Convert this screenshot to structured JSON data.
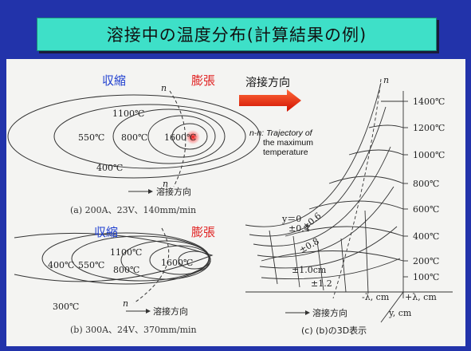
{
  "title": "溶接中の温度分布(計算結果の例)",
  "annotations": {
    "contraction": "収縮",
    "expansion": "膨張",
    "contraction_b": "収縮",
    "expansion_b": "膨張",
    "weld_direction_arrow": "溶接方向",
    "nn_title": "n-n: Trajectory of",
    "nn_line2": "the maximum",
    "nn_line3": "temperature"
  },
  "panel_a": {
    "isotherms": [
      "550℃",
      "1100℃",
      "800℃",
      "1600℃",
      "400℃"
    ],
    "n_label": "n",
    "direction": "溶接方向",
    "caption": "(a)  200A、23V、140mm/min"
  },
  "panel_b": {
    "isotherms": [
      "400℃",
      "550℃",
      "1100℃",
      "800℃",
      "1600℃",
      "300℃"
    ],
    "n_label": "n",
    "direction": "溶接方向",
    "caption": "(b)  300A、24V、370mm/min"
  },
  "panel_c": {
    "temps": [
      "1400℃",
      "1200℃",
      "1000℃",
      "800℃",
      "600℃",
      "400℃",
      "200℃",
      "100℃"
    ],
    "y_labels": [
      "y＝0",
      "±0.4",
      "±0.6",
      "±0.8",
      "±1.0cm",
      "±1.2"
    ],
    "lambda_neg": "-λ, cm",
    "lambda_pos": "+λ, cm",
    "y_axis": "y, cm",
    "n_label": "n",
    "direction": "溶接方向",
    "caption": "(c) (b)の3D表示"
  },
  "colors": {
    "background": "#2233aa",
    "title_box": "#3ee0c8",
    "contraction": "#1f3fd0",
    "expansion": "#e02020",
    "arrow": "#e82010"
  }
}
